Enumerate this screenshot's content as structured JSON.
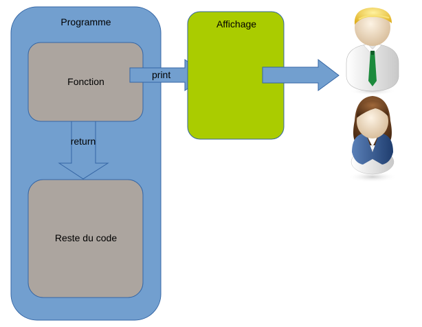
{
  "diagram": {
    "programme": {
      "label": "Programme",
      "color": "#729fcf",
      "border": "#3465a4"
    },
    "fonction": {
      "label": "Fonction",
      "color": "#aca59f",
      "border": "#3465a4"
    },
    "reste": {
      "label": "Reste du code",
      "color": "#aca59f",
      "border": "#3465a4"
    },
    "affichage": {
      "label": "Affichage",
      "color": "#aacc00",
      "border": "#3465a4"
    },
    "return_arrow": {
      "label": "return",
      "color": "#729fcf"
    },
    "print_arrow": {
      "label": "print",
      "color": "#729fcf"
    },
    "output_arrow": {
      "color": "#729fcf"
    },
    "users": [
      {
        "icon": "man-user-icon"
      },
      {
        "icon": "woman-user-icon"
      }
    ]
  }
}
